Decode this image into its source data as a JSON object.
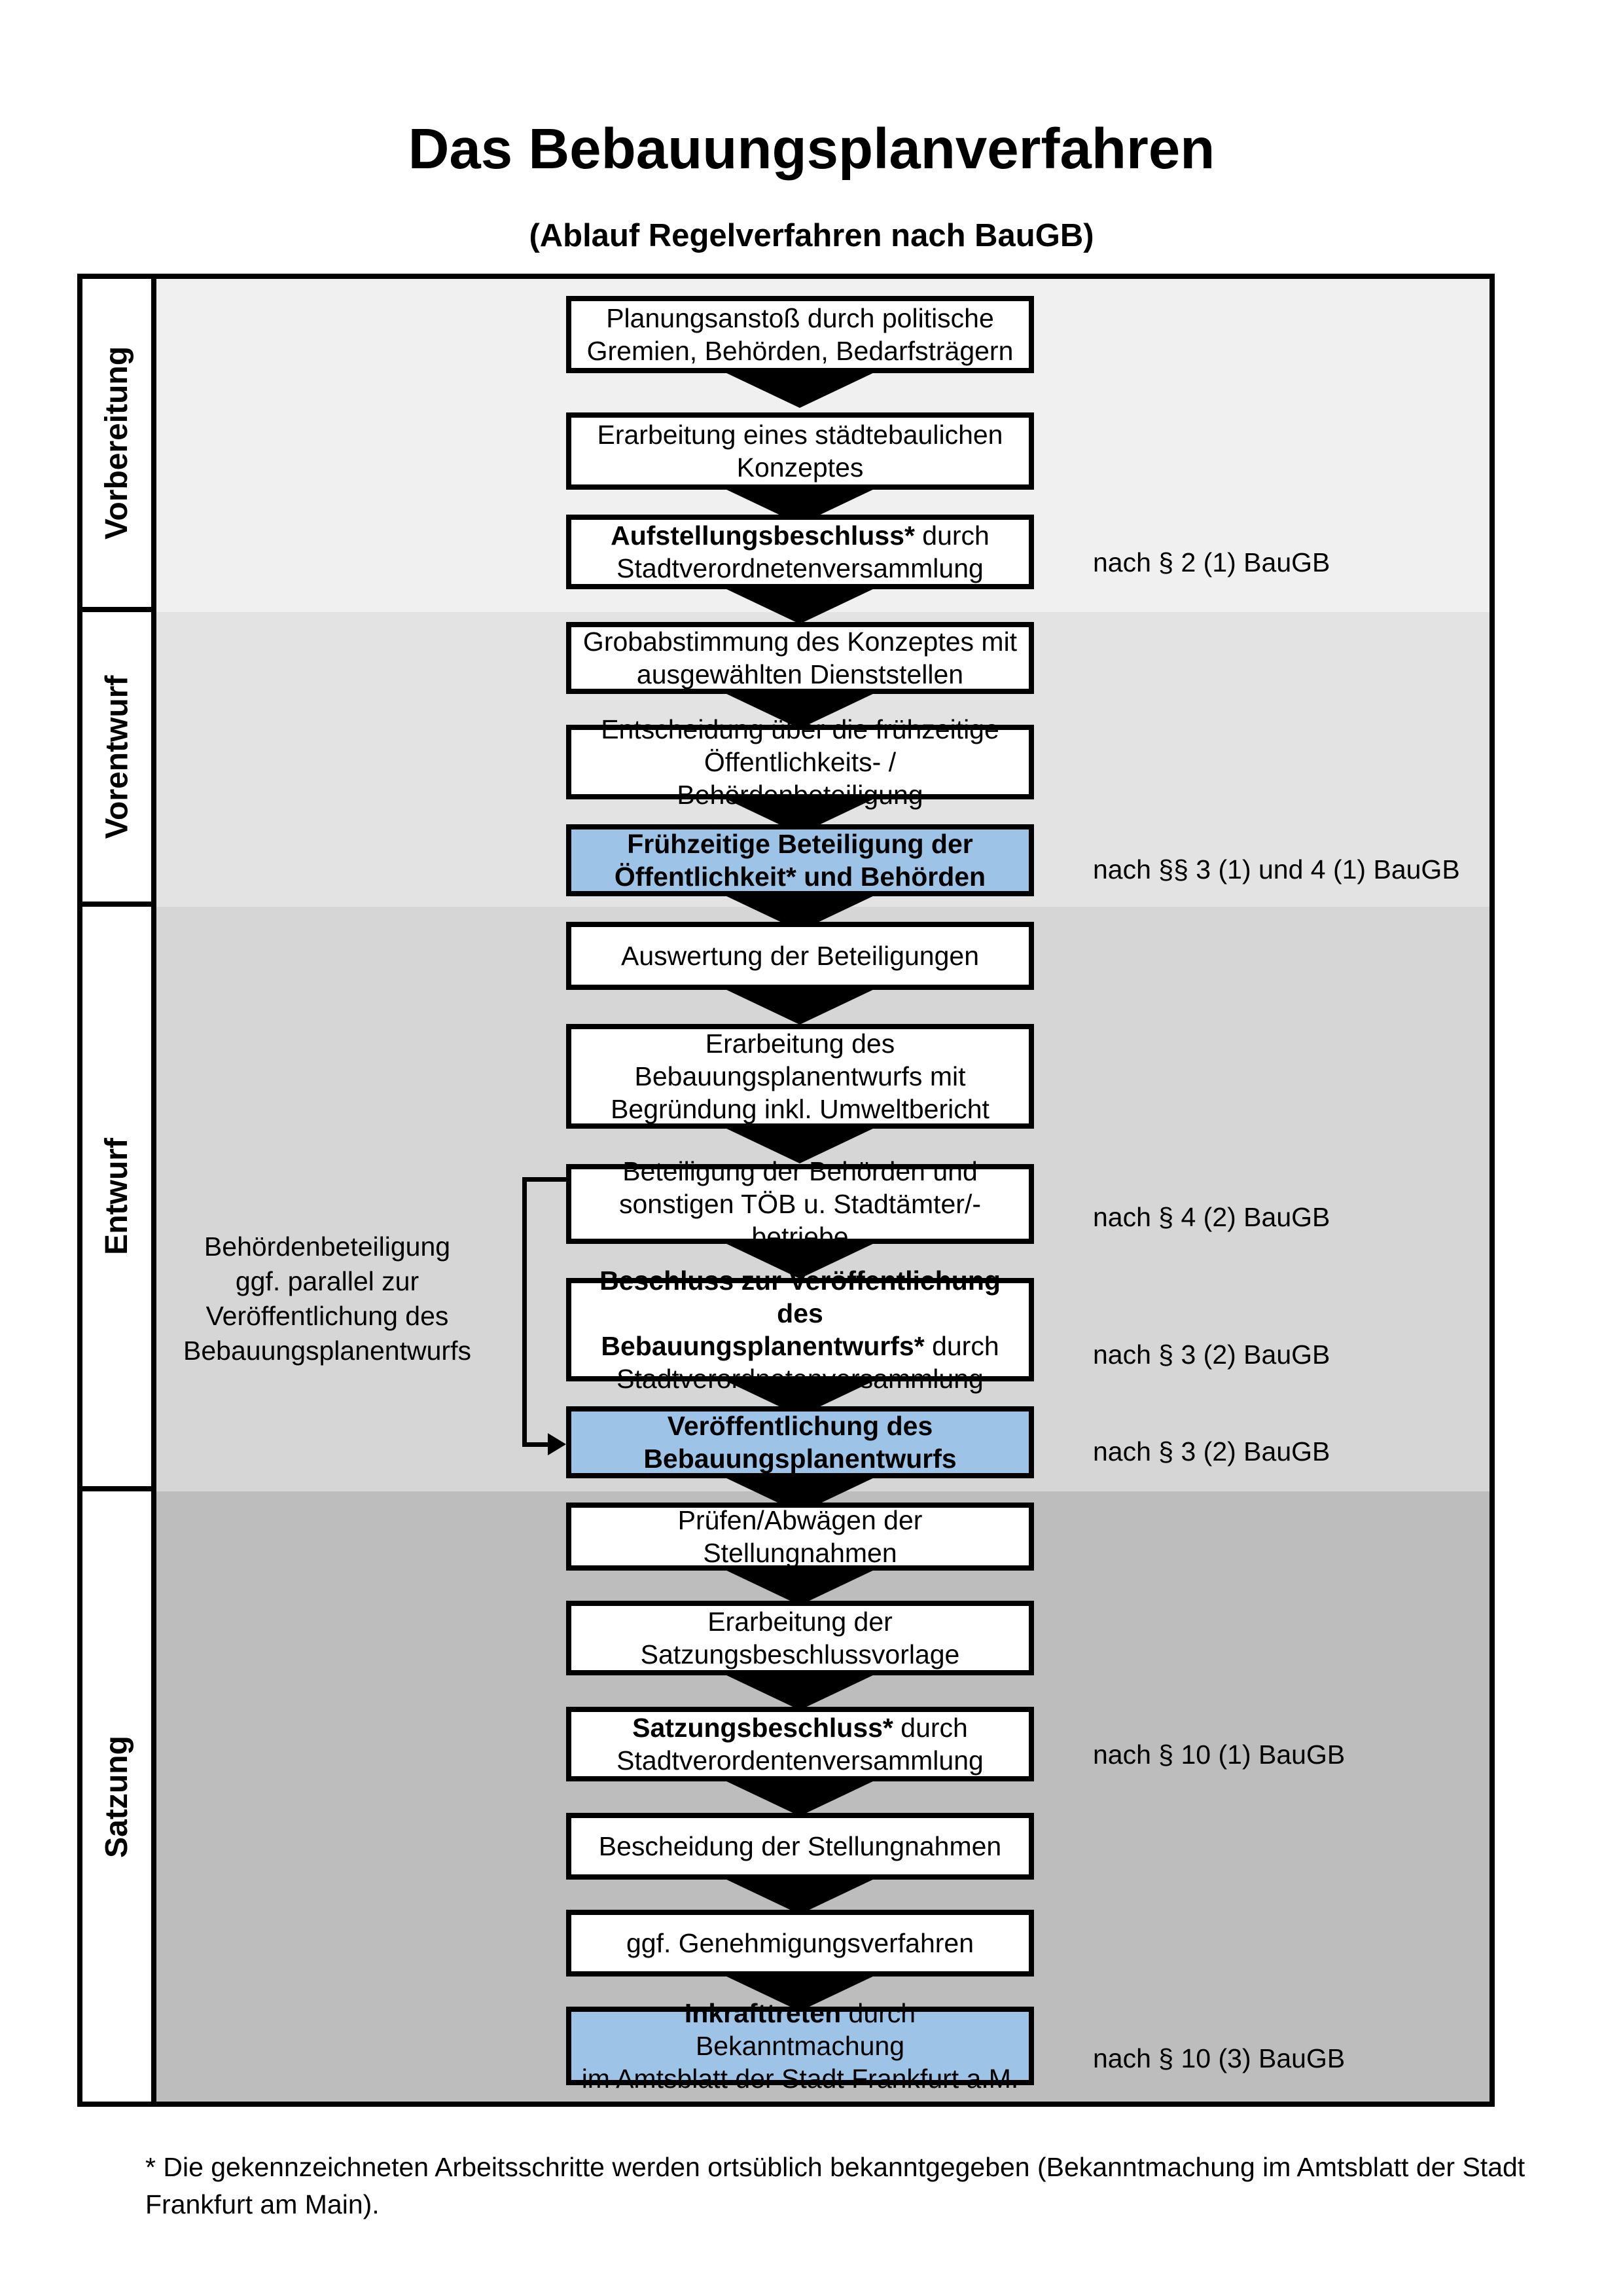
{
  "header": {
    "title": "Das Bebauungsplanverfahren",
    "subtitle": "(Ablauf Regelverfahren nach BauGB)"
  },
  "colors": {
    "highlight": "#9DC3E6",
    "box_border": "#000000",
    "arrow": "#000000"
  },
  "phases": [
    {
      "label": "Vorbereitung",
      "band_color": "#f0f0f0"
    },
    {
      "label": "Vorentwurf",
      "band_color": "#e3e3e3"
    },
    {
      "label": "Entwurf",
      "band_color": "#d6d6d6"
    },
    {
      "label": "Satzung",
      "band_color": "#bdbdbd"
    }
  ],
  "steps": [
    {
      "phase": "Vorbereitung",
      "highlighted": false,
      "reference": "",
      "lines": [
        [
          {
            "text": "Planungsanstoß durch politische",
            "bold": false
          }
        ],
        [
          {
            "text": "Gremien, Behörden, Bedarfsträgern",
            "bold": false
          }
        ]
      ]
    },
    {
      "phase": "Vorbereitung",
      "highlighted": false,
      "reference": "",
      "lines": [
        [
          {
            "text": "Erarbeitung eines städtebaulichen",
            "bold": false
          }
        ],
        [
          {
            "text": "Konzeptes",
            "bold": false
          }
        ]
      ]
    },
    {
      "phase": "Vorbereitung",
      "highlighted": false,
      "reference": "nach § 2 (1) BauGB",
      "lines": [
        [
          {
            "text": "Aufstellungsbeschluss*",
            "bold": true
          },
          {
            "text": " durch",
            "bold": false
          }
        ],
        [
          {
            "text": "Stadtverordnetenversammlung",
            "bold": false
          }
        ]
      ]
    },
    {
      "phase": "Vorentwurf",
      "highlighted": false,
      "reference": "",
      "lines": [
        [
          {
            "text": "Grobabstimmung des Konzeptes mit",
            "bold": false
          }
        ],
        [
          {
            "text": "ausgewählten Dienststellen",
            "bold": false
          }
        ]
      ]
    },
    {
      "phase": "Vorentwurf",
      "highlighted": false,
      "reference": "",
      "lines": [
        [
          {
            "text": "Entscheidung über die frühzeitige",
            "bold": false
          }
        ],
        [
          {
            "text": "Öffentlichkeits- / Behördenbeteiligung",
            "bold": false
          }
        ]
      ]
    },
    {
      "phase": "Vorentwurf",
      "highlighted": true,
      "reference": "nach §§ 3 (1) und 4 (1) BauGB",
      "lines": [
        [
          {
            "text": "Frühzeitige Beteiligung der",
            "bold": true
          }
        ],
        [
          {
            "text": "Öffentlichkeit* und Behörden",
            "bold": true
          }
        ]
      ]
    },
    {
      "phase": "Entwurf",
      "highlighted": false,
      "reference": "",
      "lines": [
        [
          {
            "text": "Auswertung der Beteiligungen",
            "bold": false
          }
        ]
      ]
    },
    {
      "phase": "Entwurf",
      "highlighted": false,
      "reference": "",
      "lines": [
        [
          {
            "text": "Erarbeitung des",
            "bold": false
          }
        ],
        [
          {
            "text": "Bebauungsplanentwurfs mit",
            "bold": false
          }
        ],
        [
          {
            "text": "Begründung inkl. Umweltbericht",
            "bold": false
          }
        ]
      ]
    },
    {
      "phase": "Entwurf",
      "highlighted": false,
      "reference": "nach § 4 (2) BauGB",
      "lines": [
        [
          {
            "text": "Beteiligung der Behörden und",
            "bold": false
          }
        ],
        [
          {
            "text": "sonstigen TÖB u. Stadtämter/-betriebe",
            "bold": false
          }
        ]
      ]
    },
    {
      "phase": "Entwurf",
      "highlighted": false,
      "reference": "nach § 3 (2) BauGB",
      "lines": [
        [
          {
            "text": "Beschluss zur Veröffentlichung des",
            "bold": true
          }
        ],
        [
          {
            "text": "Bebauungsplanentwurfs*",
            "bold": true
          },
          {
            "text": " durch",
            "bold": false
          }
        ],
        [
          {
            "text": "Stadtverordnetenversammlung",
            "bold": false
          }
        ]
      ]
    },
    {
      "phase": "Entwurf",
      "highlighted": true,
      "reference": "nach § 3 (2) BauGB",
      "lines": [
        [
          {
            "text": "Veröffentlichung des",
            "bold": true
          }
        ],
        [
          {
            "text": "Bebauungsplanentwurfs",
            "bold": true
          }
        ]
      ]
    },
    {
      "phase": "Satzung",
      "highlighted": false,
      "reference": "",
      "lines": [
        [
          {
            "text": "Prüfen/Abwägen der Stellungnahmen",
            "bold": false
          }
        ]
      ]
    },
    {
      "phase": "Satzung",
      "highlighted": false,
      "reference": "",
      "lines": [
        [
          {
            "text": "Erarbeitung der",
            "bold": false
          }
        ],
        [
          {
            "text": "Satzungsbeschlussvorlage",
            "bold": false
          }
        ]
      ]
    },
    {
      "phase": "Satzung",
      "highlighted": false,
      "reference": "nach § 10 (1) BauGB",
      "lines": [
        [
          {
            "text": "Satzungsbeschluss*",
            "bold": true
          },
          {
            "text": " durch",
            "bold": false
          }
        ],
        [
          {
            "text": "Stadtverordentenversammlung",
            "bold": false
          }
        ]
      ]
    },
    {
      "phase": "Satzung",
      "highlighted": false,
      "reference": "",
      "lines": [
        [
          {
            "text": "Bescheidung der Stellungnahmen",
            "bold": false
          }
        ]
      ]
    },
    {
      "phase": "Satzung",
      "highlighted": false,
      "reference": "",
      "lines": [
        [
          {
            "text": "ggf. Genehmigungsverfahren",
            "bold": false
          }
        ]
      ]
    },
    {
      "phase": "Satzung",
      "highlighted": true,
      "reference": "nach § 10 (3) BauGB",
      "lines": [
        [
          {
            "text": "Inkrafttreten",
            "bold": true
          },
          {
            "text": " durch Bekanntmachung",
            "bold": false
          }
        ],
        [
          {
            "text": "im Amtsblatt der Stadt Frankfurt a.M.",
            "bold": false
          }
        ]
      ]
    }
  ],
  "annotation": {
    "text": "Behördenbeteiligung\nggf. parallel zur\nVeröffentlichung des\nBebauungsplanentwurfs"
  },
  "footnote": {
    "text": "* Die gekennzeichneten Arbeitsschritte werden ortsüblich bekanntgegeben (Bekanntmachung im Amtsblatt der Stadt Frankfurt am Main)."
  }
}
